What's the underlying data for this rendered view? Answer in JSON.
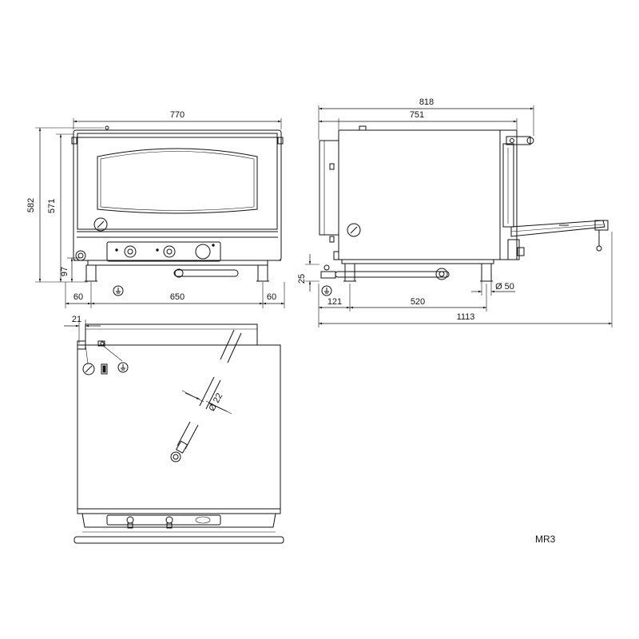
{
  "model_code": "MR3",
  "front_view": {
    "width_label": "770",
    "height_outer_label": "582",
    "height_inner_label": "571",
    "foot_height_label": "97",
    "left_offset_label": "60",
    "foot_span_label": "650",
    "right_offset_label": "60"
  },
  "side_view": {
    "total_depth_label": "818",
    "body_depth_label": "751",
    "foot_clearance_label": "25",
    "rear_offset_label": "121",
    "foot_span_label": "520",
    "foot_dia_label": "Ø 50",
    "open_door_depth_label": "1113"
  },
  "top_view": {
    "connection_offset_label": "21",
    "pipe_dia_label": "Ø 22"
  }
}
